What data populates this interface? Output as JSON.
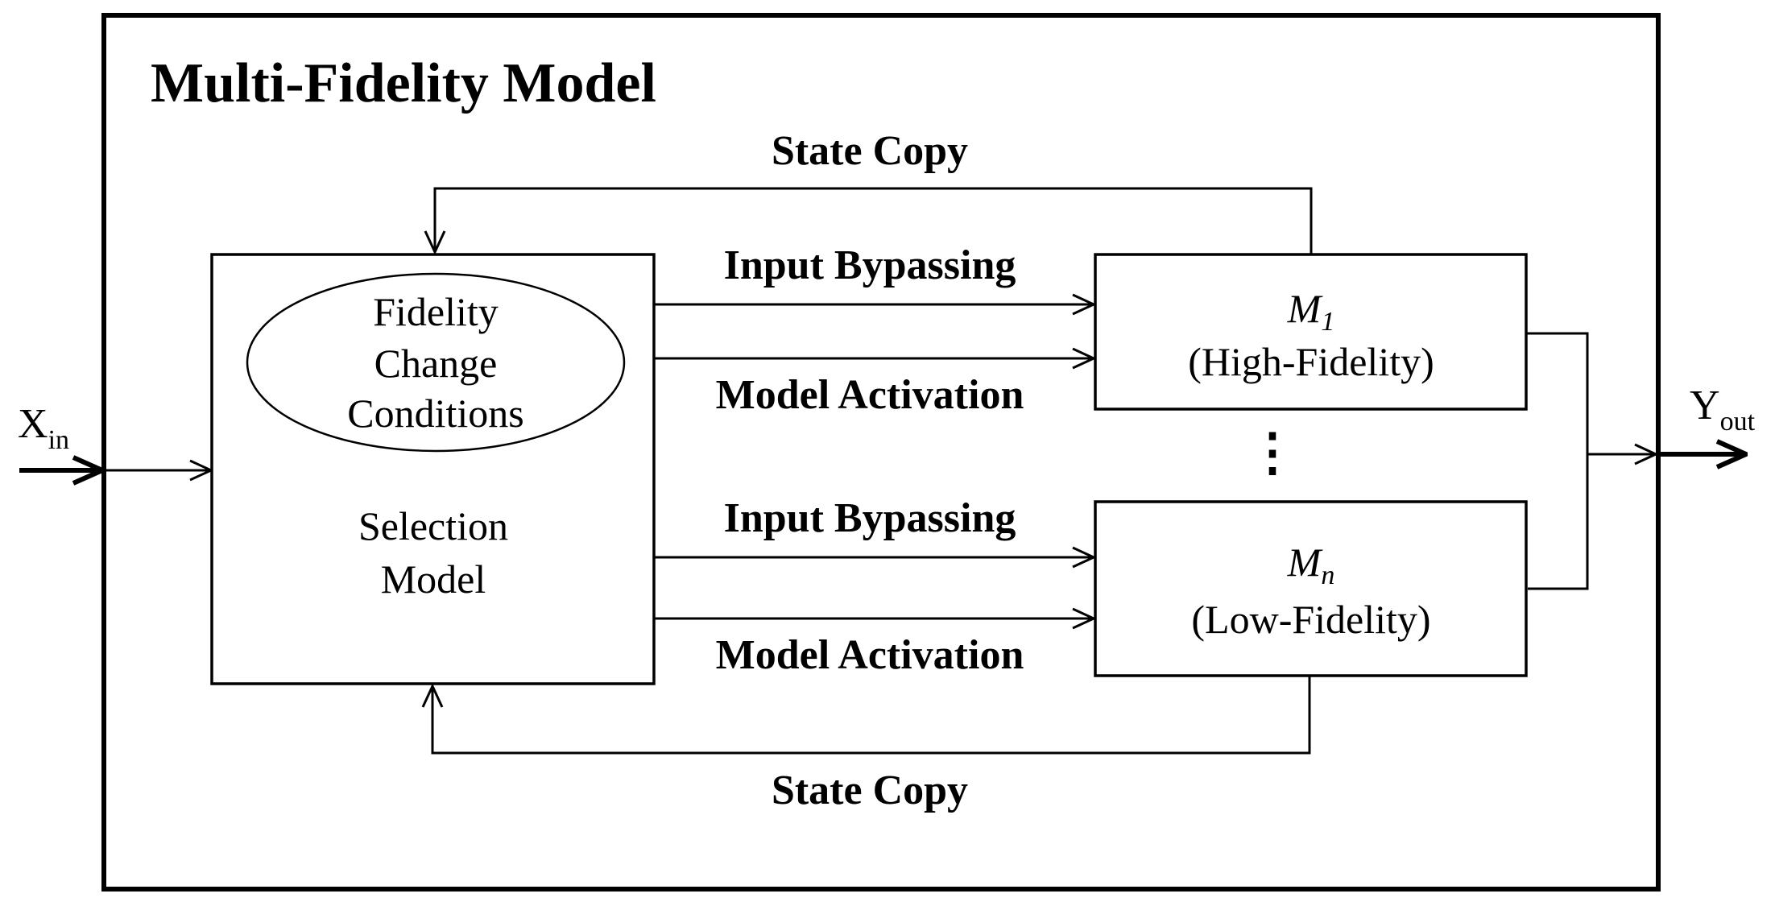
{
  "title": "Multi-Fidelity Model",
  "input_label": {
    "main": "X",
    "sub": "in"
  },
  "output_label": {
    "main": "Y",
    "sub": "out"
  },
  "selection_model": {
    "ellipse_lines": [
      "Fidelity",
      "Change",
      "Conditions"
    ],
    "lines": [
      "Selection",
      "Model"
    ]
  },
  "high_model": {
    "symbol": "M",
    "subscript": "1",
    "caption": "(High-Fidelity)"
  },
  "low_model": {
    "symbol": "M",
    "subscript": "n",
    "caption": "(Low-Fidelity)"
  },
  "connections": {
    "state_copy_top": "State Copy",
    "state_copy_bottom": "State Copy",
    "input_bypassing_high": "Input Bypassing",
    "model_activation_high": "Model Activation",
    "input_bypassing_low": "Input Bypassing",
    "model_activation_low": "Model Activation"
  },
  "ellipsis": "⋮"
}
